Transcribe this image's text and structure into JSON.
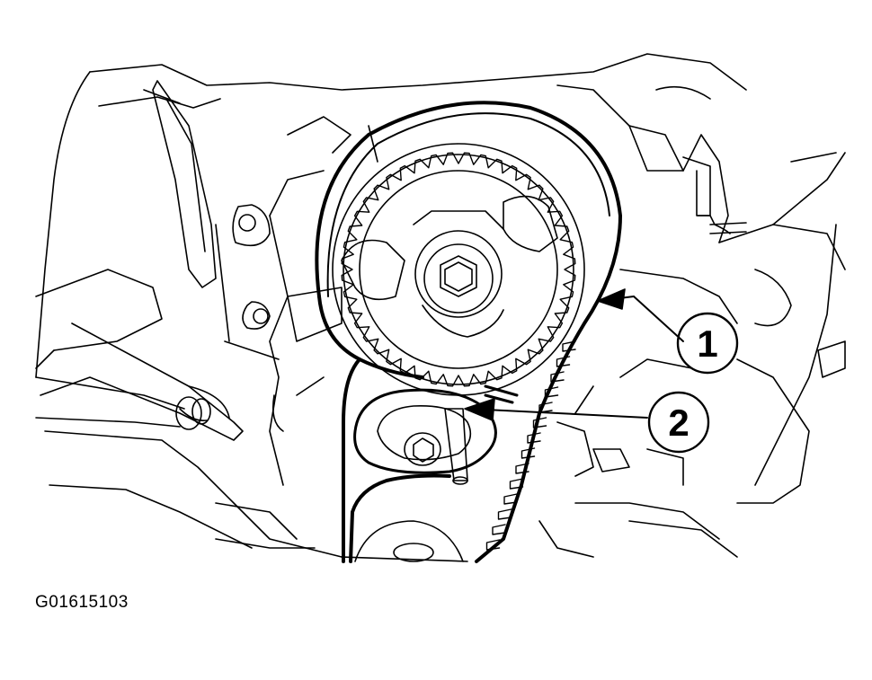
{
  "figure_id": "G01615103",
  "callouts": [
    {
      "number": "1",
      "target": "timing-belt"
    },
    {
      "number": "2",
      "target": "tensioner-pin"
    }
  ],
  "colors": {
    "line": "#000000",
    "background": "#ffffff"
  }
}
